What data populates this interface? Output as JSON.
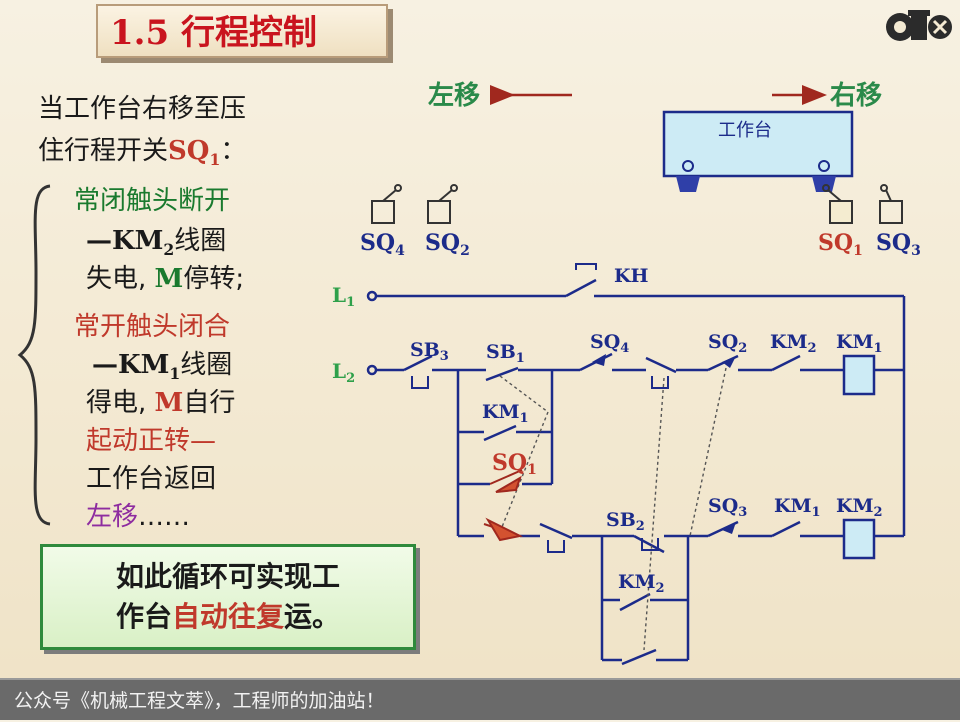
{
  "slide": {
    "title": "1.5 行程控制",
    "intro_line1": "当工作台右移至压",
    "intro_line2_pre": "住行程开关",
    "intro_sq": "SQ",
    "intro_sq_sub": "1",
    "intro_line2_post": "：",
    "nc_heading": "常闭触头断开",
    "nc_line2_pre": "—KM",
    "nc_line2_sub": "2",
    "nc_line2_post": "线圈",
    "nc_line3_pre": "失电, ",
    "nc_line3_m": "M",
    "nc_line3_post": "停转;",
    "no_heading": "常开触头闭合",
    "no_line2_pre": "—KM",
    "no_line2_sub": "1",
    "no_line2_post": "线圈",
    "no_line3_pre": "得电, ",
    "no_line3_m": "M",
    "no_line3_post": "自行",
    "no_line4": "起动正转—",
    "no_line5": "工作台返回",
    "no_line6_purple": "左移",
    "no_line6_black": "……",
    "callout_line1": "如此循环可实现工",
    "callout_line2_pre": "作台",
    "callout_line2_red": "自动往复",
    "callout_line2_post": "运。",
    "footer": "公众号《机械工程文萃》，工程师的加油站！"
  },
  "diagram": {
    "left_label": "左移",
    "right_label": "右移",
    "table_label": "工作台",
    "sq4": "SQ",
    "sq4_sub": "4",
    "sq2": "SQ",
    "sq2_sub": "2",
    "sq1": "SQ",
    "sq1_sub": "1",
    "sq3": "SQ",
    "sq3_sub": "3",
    "kh": "KH",
    "l1": "L",
    "l1_sub": "1",
    "l2": "L",
    "l2_sub": "2",
    "sb3": "SB",
    "sb3_sub": "3",
    "sb1": "SB",
    "sb1_sub": "1",
    "sq4_c": "SQ",
    "sq4_c_sub": "4",
    "sq2_c": "SQ",
    "sq2_c_sub": "2",
    "km2_c": "KM",
    "km2_c_sub": "2",
    "km1_coil": "KM",
    "km1_coil_sub": "1",
    "km1_hold": "KM",
    "km1_hold_sub": "1",
    "sq1_c": "SQ",
    "sq1_c_sub": "1",
    "sb2": "SB",
    "sb2_sub": "2",
    "sq3_c": "SQ",
    "sq3_c_sub": "3",
    "km1_c": "KM",
    "km1_c_sub": "1",
    "km2_coil": "KM",
    "km2_coil_sub": "2",
    "km2_hold": "KM",
    "km2_hold_sub": "2"
  },
  "colors": {
    "title_red": "#c9141e",
    "green_text": "#1a7a2e",
    "red_text": "#c0392b",
    "purple_text": "#8e2ca0",
    "wire_blue": "#1c2b8a",
    "table_fill": "#cdebf5"
  }
}
